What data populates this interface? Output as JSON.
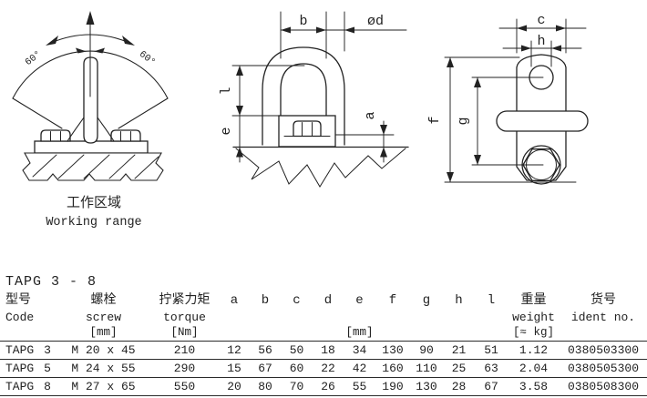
{
  "drawings": {
    "working_range": {
      "angle_left": "60°",
      "angle_right": "60°",
      "caption_zh": "工作区域",
      "caption_en": "Working range"
    },
    "front_view": {
      "labels": {
        "b": "b",
        "od": "ød",
        "l": "l",
        "e": "e",
        "a": "a"
      }
    },
    "side_view": {
      "labels": {
        "c": "c",
        "h": "h",
        "f": "f",
        "g": "g"
      }
    }
  },
  "table": {
    "title": "TAPG 3 - 8",
    "headers": {
      "code_zh": "型号",
      "code_en": "Code",
      "screw_zh": "螺栓",
      "screw_en": "screw",
      "screw_unit": "[mm]",
      "torque_zh": "拧紧力矩",
      "torque_en": "torque",
      "torque_unit": "[Nm]",
      "dims": [
        "a",
        "b",
        "c",
        "d",
        "e",
        "f",
        "g",
        "h",
        "l"
      ],
      "dims_unit": "[mm]",
      "weight_zh": "重量",
      "weight_en": "weight",
      "weight_unit": "[≈ kg]",
      "ident_zh": "货号",
      "ident_en": "ident no."
    },
    "rows": [
      {
        "code": "TAPG",
        "size": "3",
        "screw": "M 20 x 45",
        "torque": "210",
        "a": "12",
        "b": "56",
        "c": "50",
        "d": "18",
        "e": "34",
        "f": "130",
        "g": "90",
        "h": "21",
        "l": "51",
        "weight": "1.12",
        "ident": "0380503300"
      },
      {
        "code": "TAPG",
        "size": "5",
        "screw": "M 24 x 55",
        "torque": "290",
        "a": "15",
        "b": "67",
        "c": "60",
        "d": "22",
        "e": "42",
        "f": "160",
        "g": "110",
        "h": "25",
        "l": "63",
        "weight": "2.04",
        "ident": "0380505300"
      },
      {
        "code": "TAPG",
        "size": "8",
        "screw": "M 27 x 65",
        "torque": "550",
        "a": "20",
        "b": "80",
        "c": "70",
        "d": "26",
        "e": "55",
        "f": "190",
        "g": "130",
        "h": "28",
        "l": "67",
        "weight": "3.58",
        "ident": "0380508300"
      }
    ]
  }
}
